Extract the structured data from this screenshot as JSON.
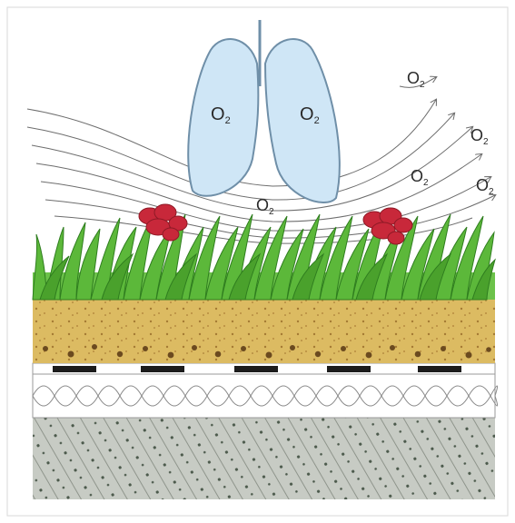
{
  "labels": {
    "lung_left": "O",
    "lung_right": "O",
    "center": "O",
    "top_right": "O",
    "right_mid": "O",
    "right_a": "O",
    "right_b": "O"
  },
  "subscripts": {
    "lung_left": "2",
    "lung_right": "2",
    "center": "2",
    "top_right": "2",
    "right_mid": "2",
    "right_a": "2",
    "right_b": "2"
  },
  "colors": {
    "grass": "#5cb83a",
    "grass_dark": "#2f7d1f",
    "soil": "#d8b65a",
    "soil_dark": "#8a5a22",
    "flower": "#c8283a",
    "lung_fill": "#cfe6f6",
    "lung_stroke": "#6f8fa8",
    "gravel": "#b9bdb6",
    "insulation_line": "#8a8a8a",
    "membrane": "#1c1c1c",
    "air_lines": "#6d6d6d"
  },
  "layers": [
    "vegetation",
    "substrate",
    "drainage-membrane",
    "insulation",
    "concrete-deck"
  ],
  "icons": [
    "lungs-icon",
    "flower-icon",
    "arrow-icon"
  ]
}
